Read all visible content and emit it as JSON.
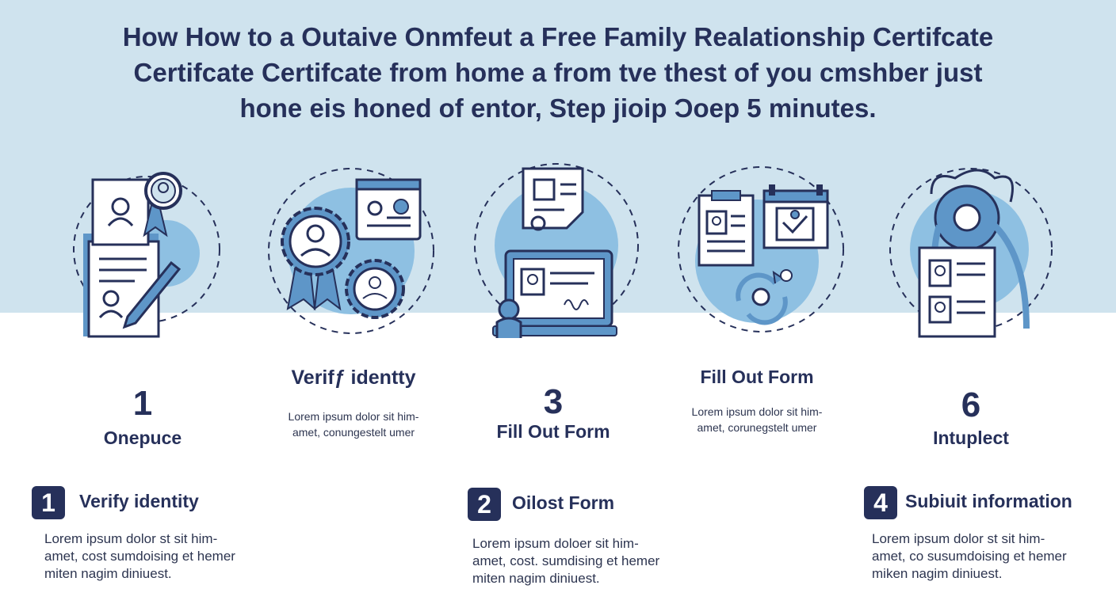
{
  "title": {
    "line1": "How How to a Outaive Onmfeut a Free Family Realationship Certifcate",
    "line2": "Certifcate Certifcate from home a from tve thest of you cmshber just",
    "line3": "hone eis honed of entor, Step jioip Ɔoep 5 minutes."
  },
  "icons": [
    "document-badge-pencil-icon",
    "badge-gears-id-icon",
    "laptop-document-icon",
    "clipboard-calendar-sync-icon",
    "person-documents-icon"
  ],
  "steps": [
    {
      "number": "1",
      "title": "Onepuce"
    },
    {
      "title": "Verifƒ identty",
      "desc": [
        "Lorem ipsum dolor sit him-",
        "amet, conungestelt umer"
      ]
    },
    {
      "number": "3",
      "title": "Fill Out Form"
    },
    {
      "title": "Fill Out Form",
      "desc": [
        "Lorem ipsum dolor sit him-",
        "amet, corunegstelt umer"
      ]
    },
    {
      "number": "6",
      "title": "Intuplect"
    }
  ],
  "bottom": [
    {
      "badge": "1",
      "title": "Verify identity",
      "desc": [
        "Lorem ipsum dolor st sit him-",
        "amet, cost sumdoising et hemer",
        "miten nagim diniuest."
      ]
    },
    {
      "badge": "2",
      "title": "Oilost Form",
      "desc": [
        "Lorem ipsum doloer sit him-",
        "amet, cost. sumdising et hemer",
        "miten nagim diniuest."
      ]
    },
    {
      "badge": "4",
      "title": "Subiuit information",
      "desc": [
        "Lorem ipsum dolor st sit him-",
        "amet, co susumdoising et hemer",
        "miken nagim diniuest."
      ]
    }
  ],
  "colors": {
    "band": "#cfe3ee",
    "navy": "#26305a",
    "accent_blue": "#5e96c8",
    "circle_blue": "#8ec0e2"
  }
}
